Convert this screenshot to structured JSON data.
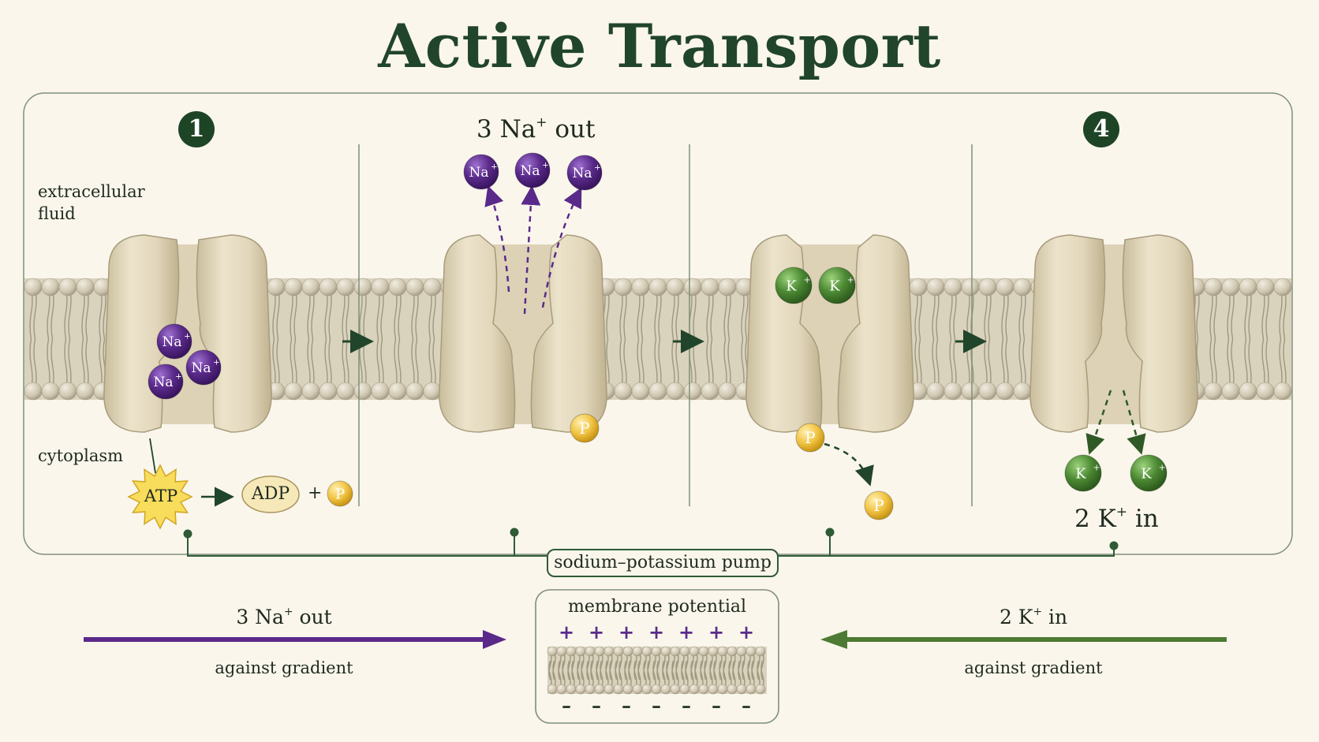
{
  "title": "Active Transport",
  "steps": {
    "first": "1",
    "last": "4"
  },
  "labels": {
    "extracellular": "extracellular\nfluid",
    "cytoplasm": "cytoplasm",
    "na_out_top_count": "3 Na",
    "na_out_top_suffix": " out",
    "k_in_bottom_count": "2 K",
    "k_in_bottom_suffix": " in",
    "pump": "sodium–potassium pump"
  },
  "ions": {
    "na": "Na",
    "k": "K",
    "charge": "+",
    "phosphate": "P"
  },
  "reaction": {
    "atp": "ATP",
    "adp": "ADP",
    "plus": "+",
    "phosphate": "P"
  },
  "bottom": {
    "left_count": "3 Na",
    "left_suffix": " out",
    "left_caption": "against gradient",
    "right_count": "2 K",
    "right_suffix": " in",
    "right_caption": "against gradient",
    "potential_title": "membrane potential",
    "outside_charge": "+",
    "inside_charge": "–"
  },
  "colors": {
    "sodium": "#5a2a8a",
    "potassium": "#4d8a34",
    "phosphate": "#e8b830",
    "accent": "#21452a",
    "protein": "#e6dcc2",
    "membrane": "#cfc8b4"
  }
}
